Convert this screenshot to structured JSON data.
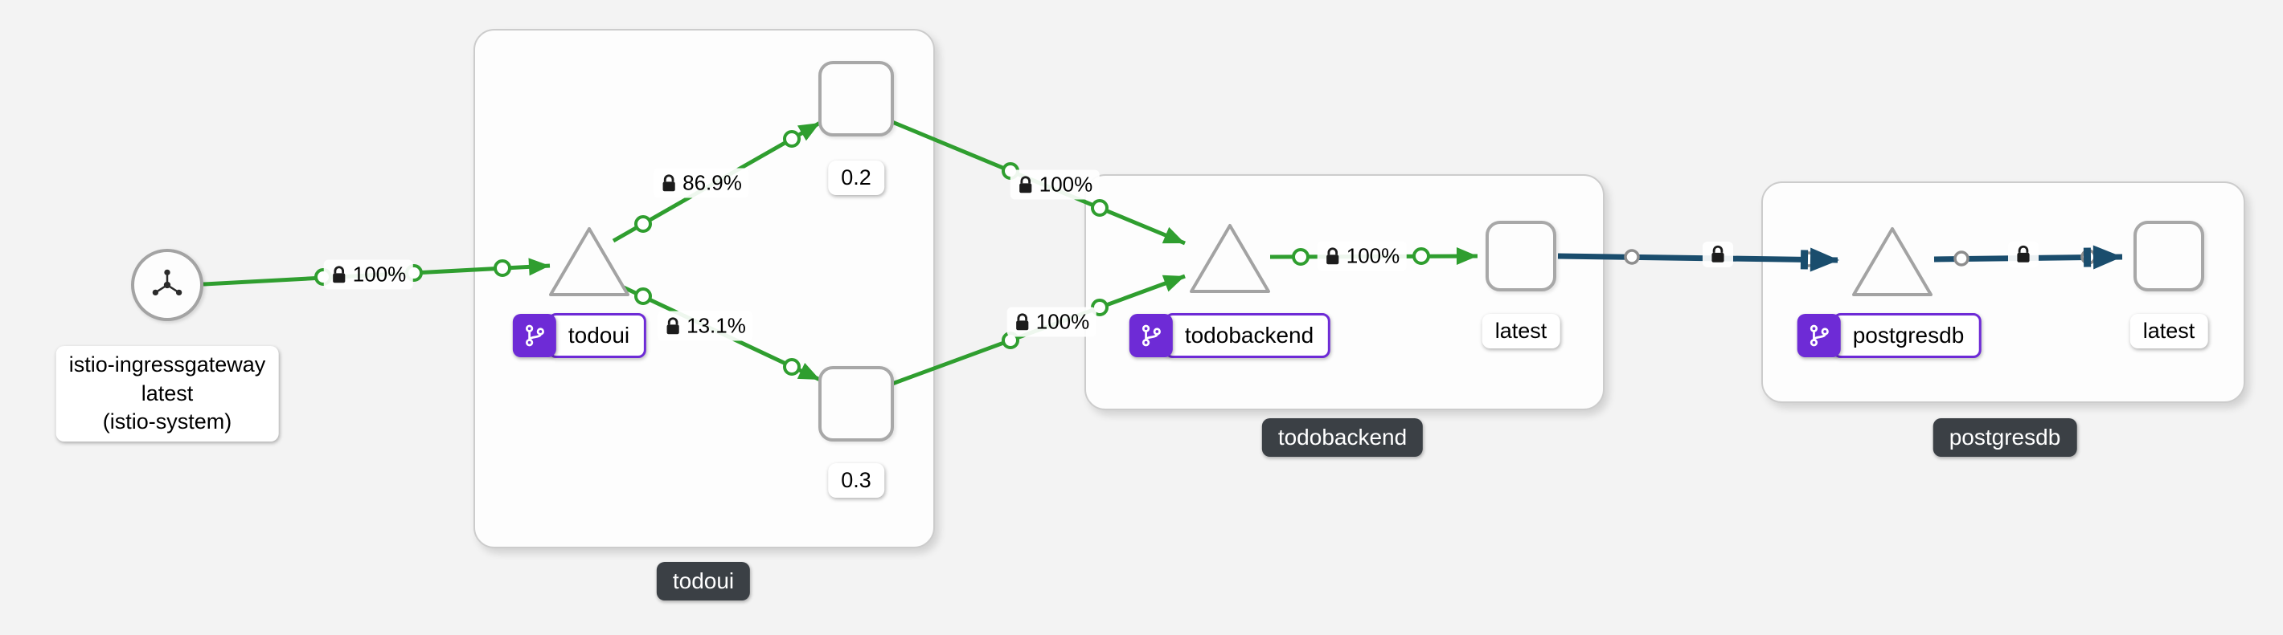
{
  "colors": {
    "background": "#f3f3f3",
    "http_edge_green": "#2f9e2f",
    "tcp_edge_navy": "#1a4d6d",
    "version_badge_purple": "#6e2bd6",
    "group_label_bg": "#3b4045",
    "node_border": "#a8a8a8"
  },
  "nodes": {
    "ingressgateway": {
      "label_line1": "istio-ingressgateway",
      "label_line2": "latest",
      "label_line3": "(istio-system)",
      "icon": "mesh-gateway-icon"
    },
    "todoui_service": {
      "label": "todoui",
      "badge_icon": "git-branch-icon"
    },
    "todoui_v02": {
      "label": "0.2"
    },
    "todoui_v03": {
      "label": "0.3"
    },
    "todobackend_service": {
      "label": "todobackend",
      "badge_icon": "git-branch-icon"
    },
    "todobackend_latest": {
      "label": "latest"
    },
    "postgresdb_service": {
      "label": "postgresdb",
      "badge_icon": "git-branch-icon"
    },
    "postgresdb_latest": {
      "label": "latest"
    }
  },
  "groups": {
    "todoui": {
      "label": "todoui"
    },
    "todobackend": {
      "label": "todobackend"
    },
    "postgresdb": {
      "label": "postgresdb"
    }
  },
  "edges": {
    "ingress_to_todoui": {
      "label": "100%",
      "mtls": true
    },
    "todoui_to_v02": {
      "label": "86.9%",
      "mtls": true
    },
    "todoui_to_v03": {
      "label": "13.1%",
      "mtls": true
    },
    "v02_to_todobackend": {
      "label": "100%",
      "mtls": true
    },
    "v03_to_todobackend": {
      "label": "100%",
      "mtls": true
    },
    "todobackend_to_latest": {
      "label": "100%",
      "mtls": true
    },
    "latest_to_postgresdb": {
      "mtls": true
    },
    "postgresdb_to_latest": {
      "mtls": true
    }
  }
}
